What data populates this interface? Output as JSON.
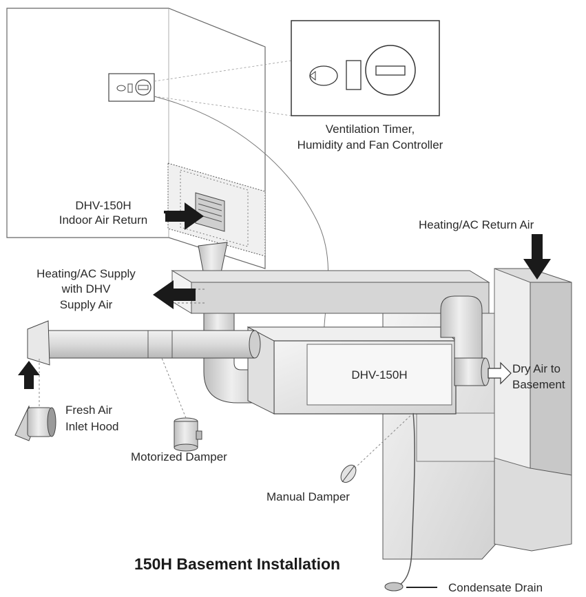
{
  "labels": {
    "controller_line1": "Ventilation Timer,",
    "controller_line2": "Humidity and Fan Controller",
    "return_line1": "DHV-150H",
    "return_line2": "Indoor Air Return",
    "hvac_return": "Heating/AC Return Air",
    "supply_line1": "Heating/AC Supply",
    "supply_line2": "with DHV",
    "supply_line3": "Supply Air",
    "unit": "DHV-150H",
    "dry_line1": "Dry Air to",
    "dry_line2": "Basement",
    "fresh_line1": "Fresh Air",
    "fresh_line2": "Inlet Hood",
    "motorized": "Motorized Damper",
    "manual": "Manual Damper",
    "drain": "Condensate Drain",
    "title": "150H Basement Installation"
  },
  "colors": {
    "line": "#555555",
    "arrow": "#1a1a1a",
    "wall": "#ffffff",
    "duct_light": "#ececec",
    "duct_mid": "#d4d4d4",
    "duct_dark": "#bdbdbd"
  }
}
